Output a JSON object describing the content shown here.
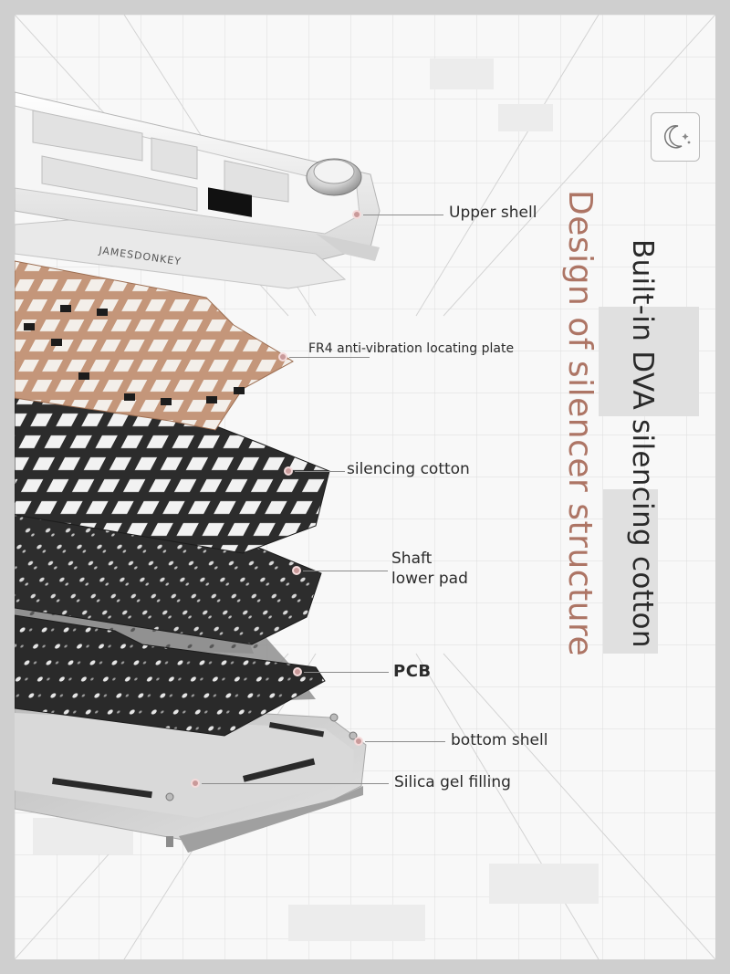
{
  "title_vertical": "Design of silencer structure",
  "subtitle_vertical": "Built-in DVA silencing cotton",
  "brand_logo": "JAMESDONKEY",
  "badge_icon": "moon-stars-icon",
  "callouts": [
    {
      "id": "upper-shell",
      "label": "Upper shell"
    },
    {
      "id": "fr4-plate",
      "label": "FR4 anti-vibration locating plate"
    },
    {
      "id": "silencing-cotton",
      "label": "silencing cotton"
    },
    {
      "id": "shaft-lower-pad",
      "label_line1": "Shaft",
      "label_line2": "lower pad"
    },
    {
      "id": "pcb",
      "label": "PCB"
    },
    {
      "id": "bottom-shell",
      "label": "bottom shell"
    },
    {
      "id": "silica-gel",
      "label": "Silica gel filling"
    }
  ],
  "colors": {
    "title": "#ad7565",
    "subtitle": "#2a2a2a",
    "copper_plate": "#b98b6c",
    "foam": "#2e2e2e",
    "shell": "#eeeeee",
    "dot": "#c99a9a"
  }
}
